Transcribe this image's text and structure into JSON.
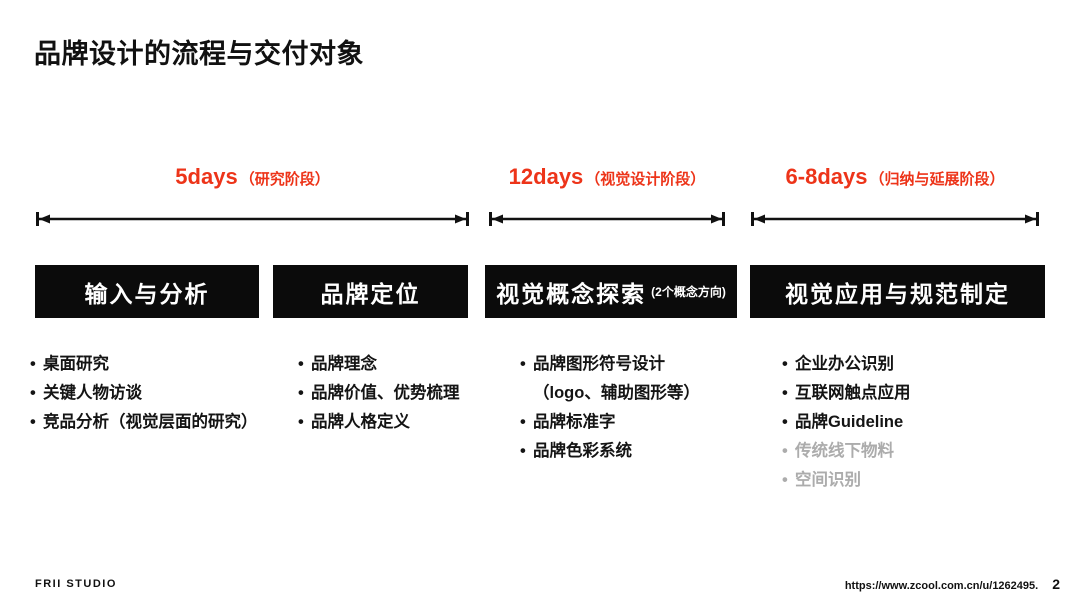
{
  "slide": {
    "title": "品牌设计的流程与交付对象",
    "phases": [
      {
        "days": "5days",
        "stage": "（研究阶段）"
      },
      {
        "days": "12days",
        "stage": "（视觉设计阶段）"
      },
      {
        "days": "6-8days",
        "stage": "（归纳与延展阶段）"
      }
    ],
    "columns": [
      {
        "header": "输入与分析",
        "items": [
          {
            "text": "桌面研究"
          },
          {
            "text": "关键人物访谈"
          },
          {
            "text": "竞品分析（视觉层面的研究）"
          }
        ]
      },
      {
        "header": "品牌定位",
        "items": [
          {
            "text": "品牌理念"
          },
          {
            "text": "品牌价值、优势梳理"
          },
          {
            "text": "品牌人格定义"
          }
        ]
      },
      {
        "header": "视觉概念探索",
        "header_note": "(2个概念方向)",
        "items": [
          {
            "text": "品牌图形符号设计",
            "sub": "（logo、辅助图形等）"
          },
          {
            "text": "品牌标准字"
          },
          {
            "text": "品牌色彩系统"
          }
        ]
      },
      {
        "header": "视觉应用与规范制定",
        "items": [
          {
            "text": "企业办公识别"
          },
          {
            "text": "互联网触点应用"
          },
          {
            "text": "品牌Guideline"
          },
          {
            "text": "传统线下物料",
            "muted": true
          },
          {
            "text": "空间识别",
            "muted": true
          }
        ]
      }
    ],
    "footer": {
      "brand": "FRII  STUDIO",
      "url": "https://www.zcool.com.cn/u/1262495.",
      "page": "2"
    }
  },
  "colors": {
    "accent_red": "#ED3419",
    "header_box_bg": "#0B0B0B",
    "body_text": "#141414",
    "muted_text": "#ACACAC"
  }
}
